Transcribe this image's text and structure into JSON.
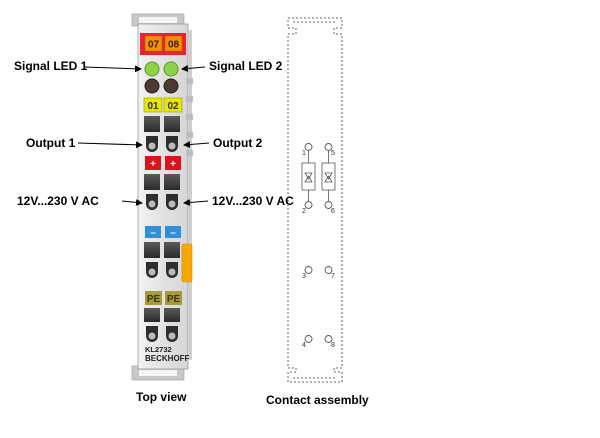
{
  "callouts": {
    "signal_led_1": "Signal LED 1",
    "signal_led_2": "Signal LED 2",
    "output_1": "Output 1",
    "output_2": "Output 2",
    "voltage_left": "12V...230 V AC",
    "voltage_right": "12V...230 V AC"
  },
  "terminal": {
    "top_labels": [
      "07",
      "08"
    ],
    "channel_labels": [
      "01",
      "02"
    ],
    "plus_labels": [
      "+",
      "+"
    ],
    "minus_labels": [
      "–",
      "–"
    ],
    "pe_labels": [
      "PE",
      "PE"
    ],
    "model": "KL2732",
    "brand": "BECKHOFF",
    "colors": {
      "housing": "#e4e4e4",
      "top_block": "#e8232e",
      "tag_orange": "#f39200",
      "led_green": "#8fd24a",
      "led_dark": "#4a3a30",
      "channel_yellow": "#e6e600",
      "plus_red": "#d8141e",
      "minus_blue": "#2f8fd8",
      "pe_khaki": "#a89a3c",
      "side_orange": "#f5a800"
    }
  },
  "contact": {
    "pins": [
      "1",
      "5",
      "2",
      "6",
      "3",
      "7",
      "4",
      "8"
    ]
  },
  "captions": {
    "top_view": "Top view",
    "contact_assembly": "Contact assembly"
  }
}
